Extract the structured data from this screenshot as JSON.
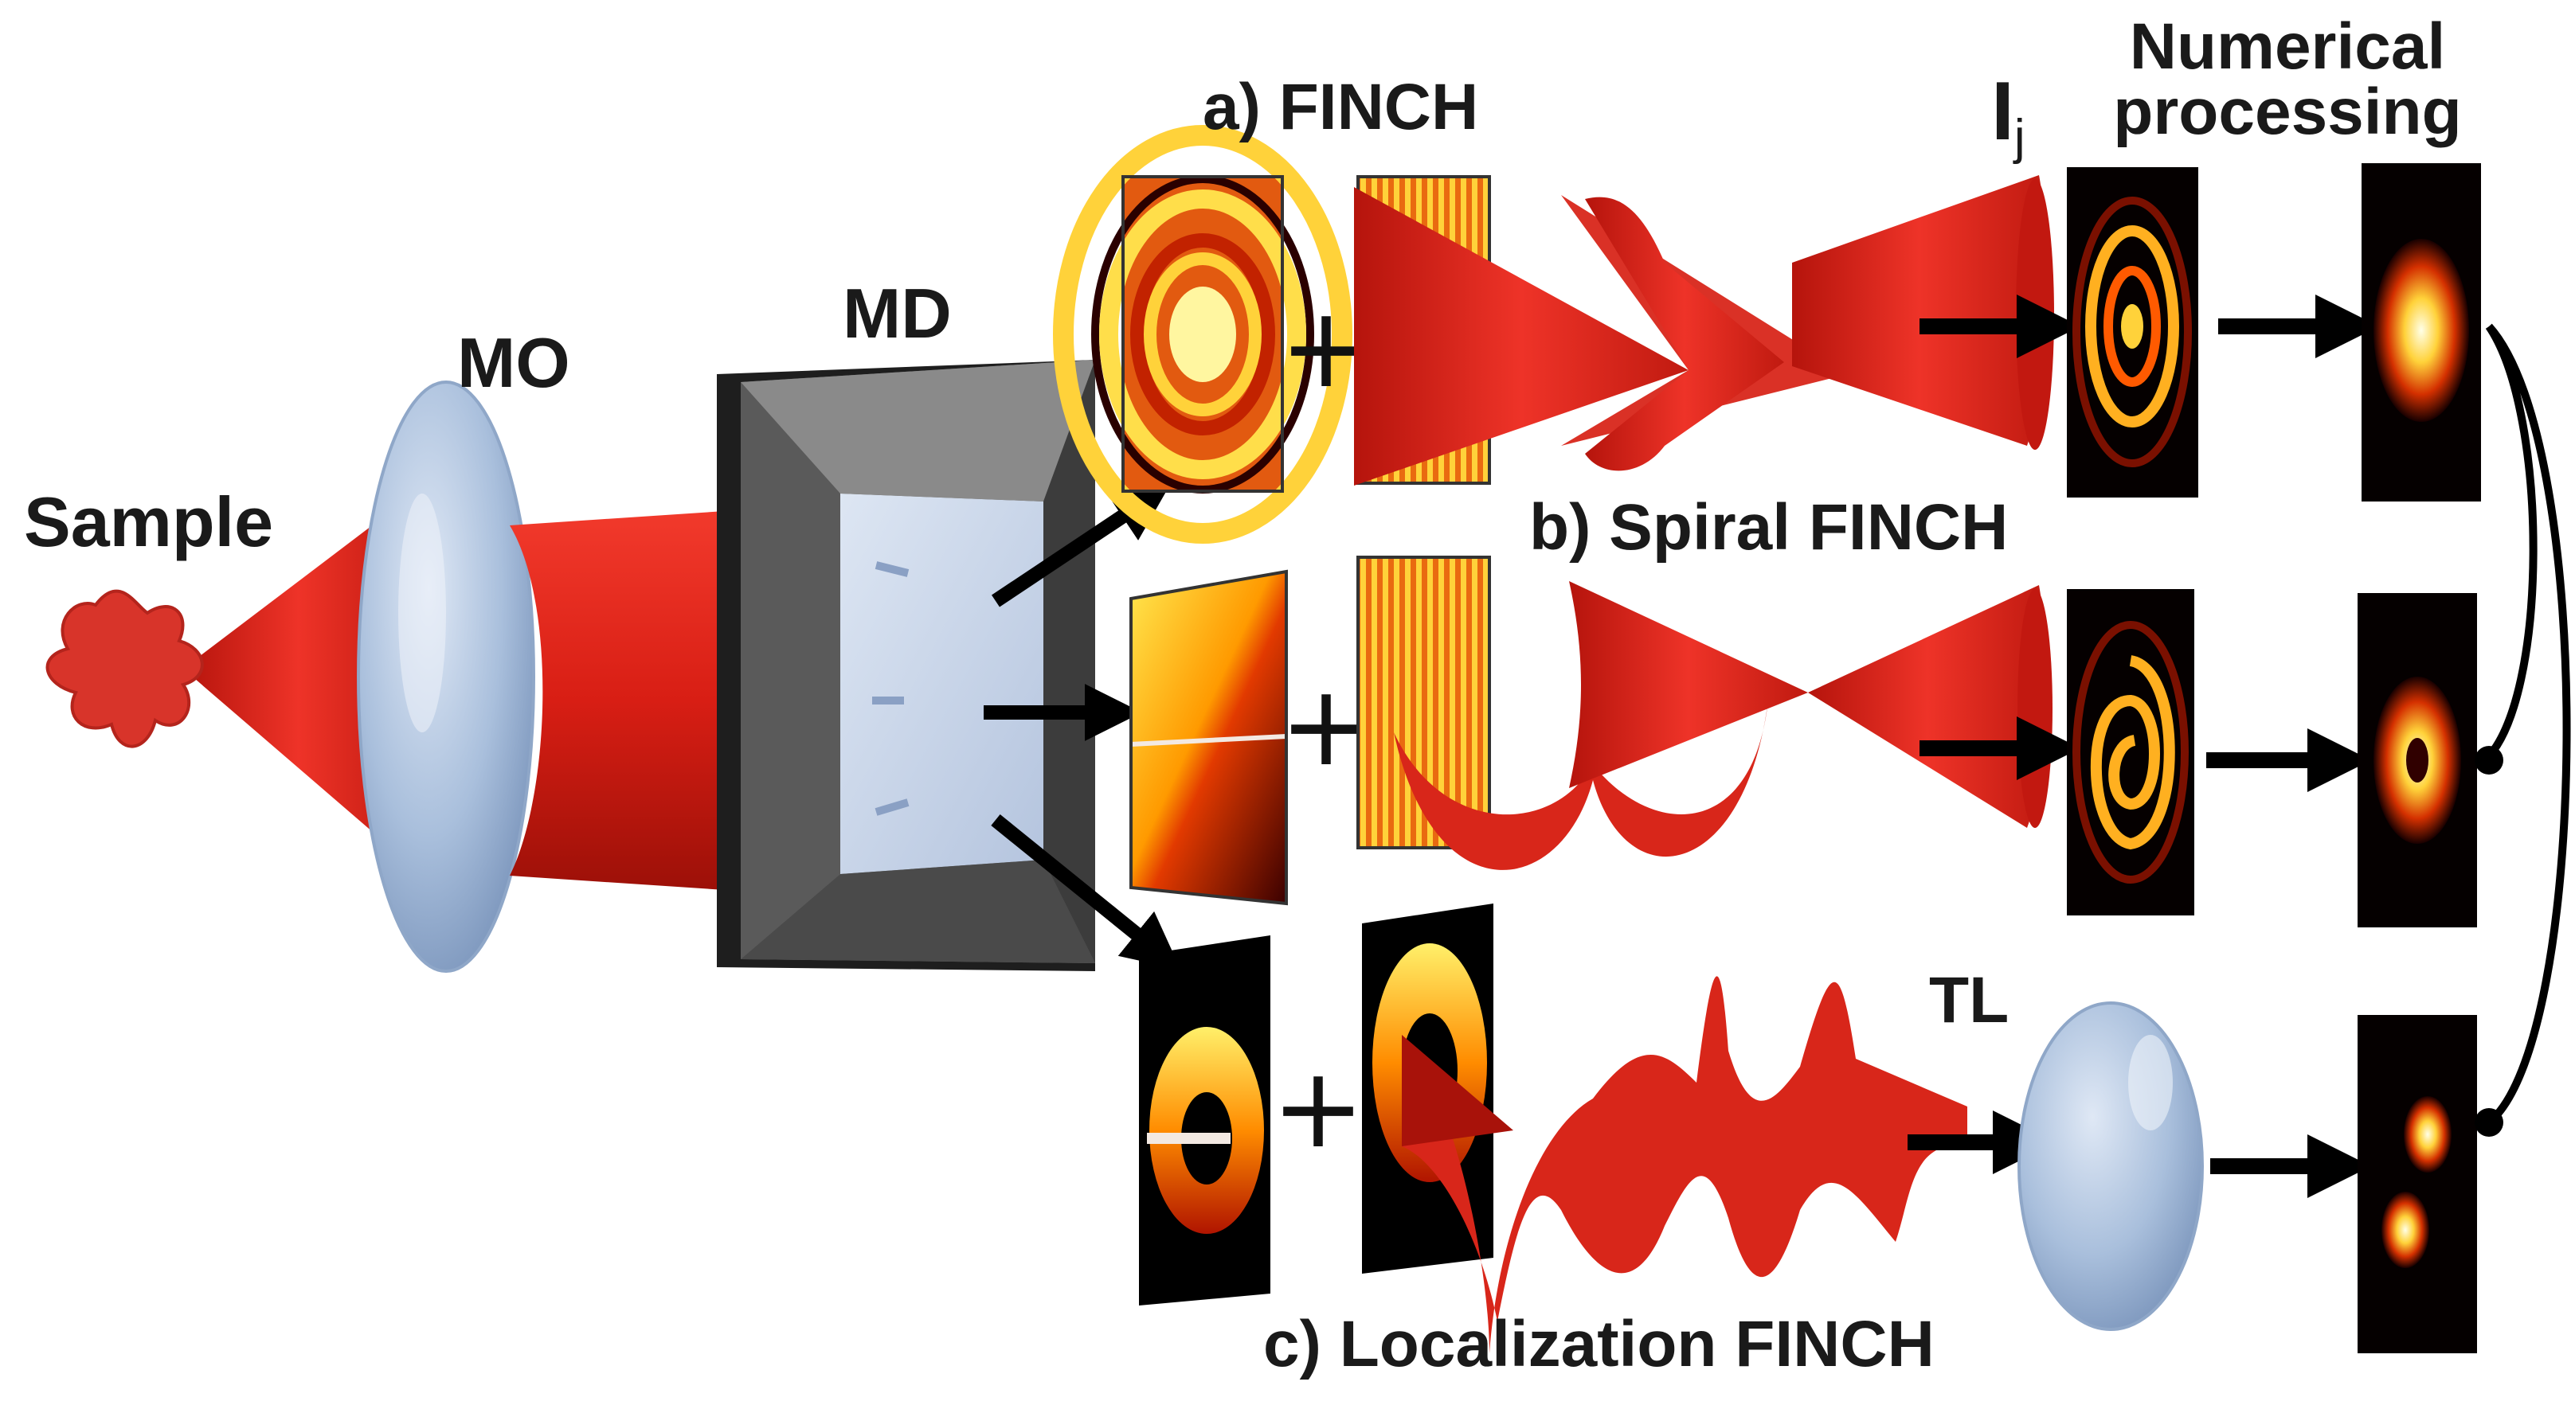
{
  "labels": {
    "sample": "Sample",
    "mo": "MO",
    "md": "MD",
    "finch": "a) FINCH",
    "spiral_finch": "b) Spiral FINCH",
    "localization_finch": "c) Localization FINCH",
    "tl": "TL",
    "intensity_symbol": "I",
    "intensity_subscript": "j",
    "numerical_processing_line1": "Numerical",
    "numerical_processing_line2": "processing"
  },
  "colors": {
    "beam_red": "#d81e14",
    "beam_dark": "#8a0c06",
    "lens_blue": "#a8bedc",
    "device_frame": "#6e6e6e",
    "device_face": "#c6d2e6",
    "arrow": "#000000",
    "hot_colormap": [
      "#000000",
      "#7a0a00",
      "#d22a00",
      "#ff8a00",
      "#ffe04a",
      "#fffde0"
    ]
  },
  "icons": {
    "sample": "star-blob-icon",
    "arrow": "arrow-right-icon",
    "plus": "plus-icon"
  }
}
